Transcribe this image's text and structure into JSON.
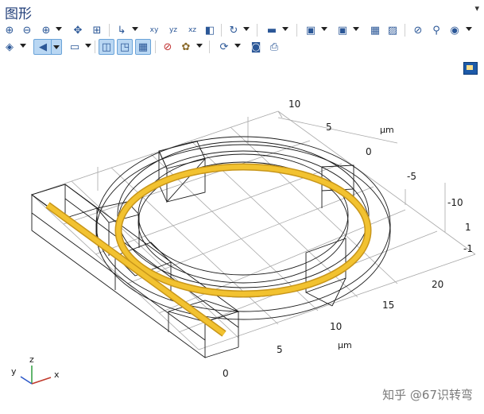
{
  "window": {
    "title": "图形"
  },
  "toolbar": {
    "row1": [
      {
        "name": "zoom-in-icon",
        "glyph": "⊕"
      },
      {
        "name": "zoom-out-icon",
        "glyph": "⊖"
      },
      {
        "name": "zoom-box-icon",
        "glyph": "⊕"
      },
      {
        "name": "zoom-extents-icon",
        "glyph": "✥"
      },
      {
        "name": "zoom-selected-icon",
        "glyph": "⊞"
      },
      {
        "name": "axis-orientation-icon",
        "glyph": "↳"
      },
      {
        "name": "view-xy-icon",
        "glyph": "xy"
      },
      {
        "name": "view-yz-icon",
        "glyph": "yz"
      },
      {
        "name": "view-xz-icon",
        "glyph": "xz"
      },
      {
        "name": "camera-view-icon",
        "glyph": "◧"
      },
      {
        "name": "rotate-icon",
        "glyph": "↻"
      },
      {
        "name": "render-icon",
        "glyph": "▬"
      },
      {
        "name": "select-screen-icon",
        "glyph": "▣"
      },
      {
        "name": "select-box-icon",
        "glyph": "▣"
      },
      {
        "name": "select-all-icon",
        "glyph": "▦"
      },
      {
        "name": "clear-selection-icon",
        "glyph": "▨"
      },
      {
        "name": "hide-icon",
        "glyph": "⊘"
      },
      {
        "name": "link-icon",
        "glyph": "⚲"
      },
      {
        "name": "view-icon",
        "glyph": "◉"
      }
    ],
    "row2": [
      {
        "name": "wireframe-icon",
        "glyph": "◈"
      },
      {
        "name": "transparency-icon",
        "glyph": "◀"
      },
      {
        "name": "scene-light-icon",
        "glyph": "▭"
      },
      {
        "name": "show-edges-icon",
        "glyph": "◫"
      },
      {
        "name": "show-axes-icon",
        "glyph": "◳"
      },
      {
        "name": "show-grid-icon",
        "glyph": "▦"
      },
      {
        "name": "reset-color-icon",
        "glyph": "⊘"
      },
      {
        "name": "palette-icon",
        "glyph": "✿"
      },
      {
        "name": "scene-rotate-icon",
        "glyph": "⟳"
      },
      {
        "name": "screenshot-icon",
        "glyph": "📷"
      },
      {
        "name": "print-icon",
        "glyph": "⎙"
      }
    ]
  },
  "axes": {
    "top_ticks": [
      "10",
      "5",
      "0",
      "-5",
      "-10"
    ],
    "top_unit": "µm",
    "right_ticks": [
      "1",
      "-1"
    ],
    "bottom_ticks": [
      "20",
      "15",
      "10",
      "5",
      "0"
    ],
    "bottom_unit": "µm",
    "triad": {
      "x": "x",
      "y": "y",
      "z": "z"
    }
  },
  "colors": {
    "waveguide": "#f2c230",
    "waveguide_edge": "#c8961a",
    "wire": "#1a1a1a",
    "grid": "#a8a8a8",
    "accent": "#2b5797"
  },
  "watermark": "知乎 @67识转弯"
}
